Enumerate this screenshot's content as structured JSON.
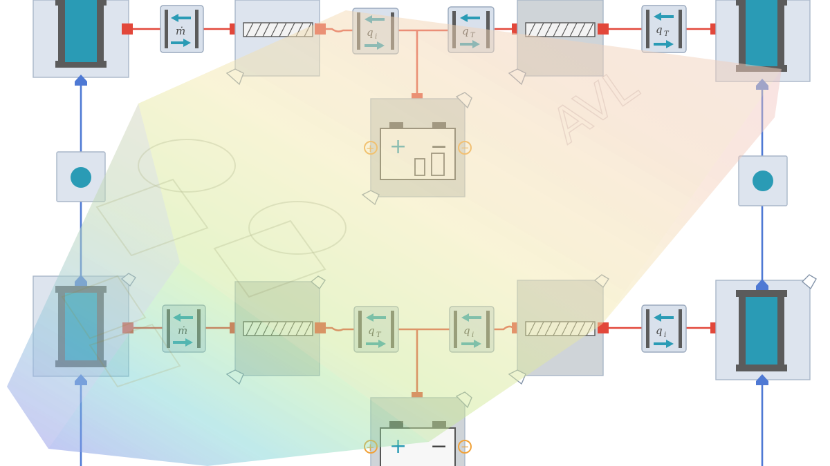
{
  "diagram": {
    "hydraulic_labels": {
      "top_a": "ṁ",
      "top_b": "q",
      "top_b_sub": "i",
      "top_c": "q",
      "top_c_sub": "T",
      "top_d": "q",
      "top_d_sub": "T",
      "bot_a": "ṁ",
      "bot_b": "q",
      "bot_b_sub": "T",
      "bot_c": "q",
      "bot_c_sub": "i",
      "bot_d": "q",
      "bot_d_sub": "i"
    },
    "battery_symbols": {
      "plus": "+",
      "minus": "−",
      "pos_terminal": "+",
      "neg_terminal": "−"
    },
    "watermark_text": "AVL"
  },
  "colors": {
    "signal_wire": "#e2473a",
    "flow_wire": "#4e79d4",
    "accent_teal": "#2a9bb5",
    "terminal_orange": "#f0a23a"
  }
}
